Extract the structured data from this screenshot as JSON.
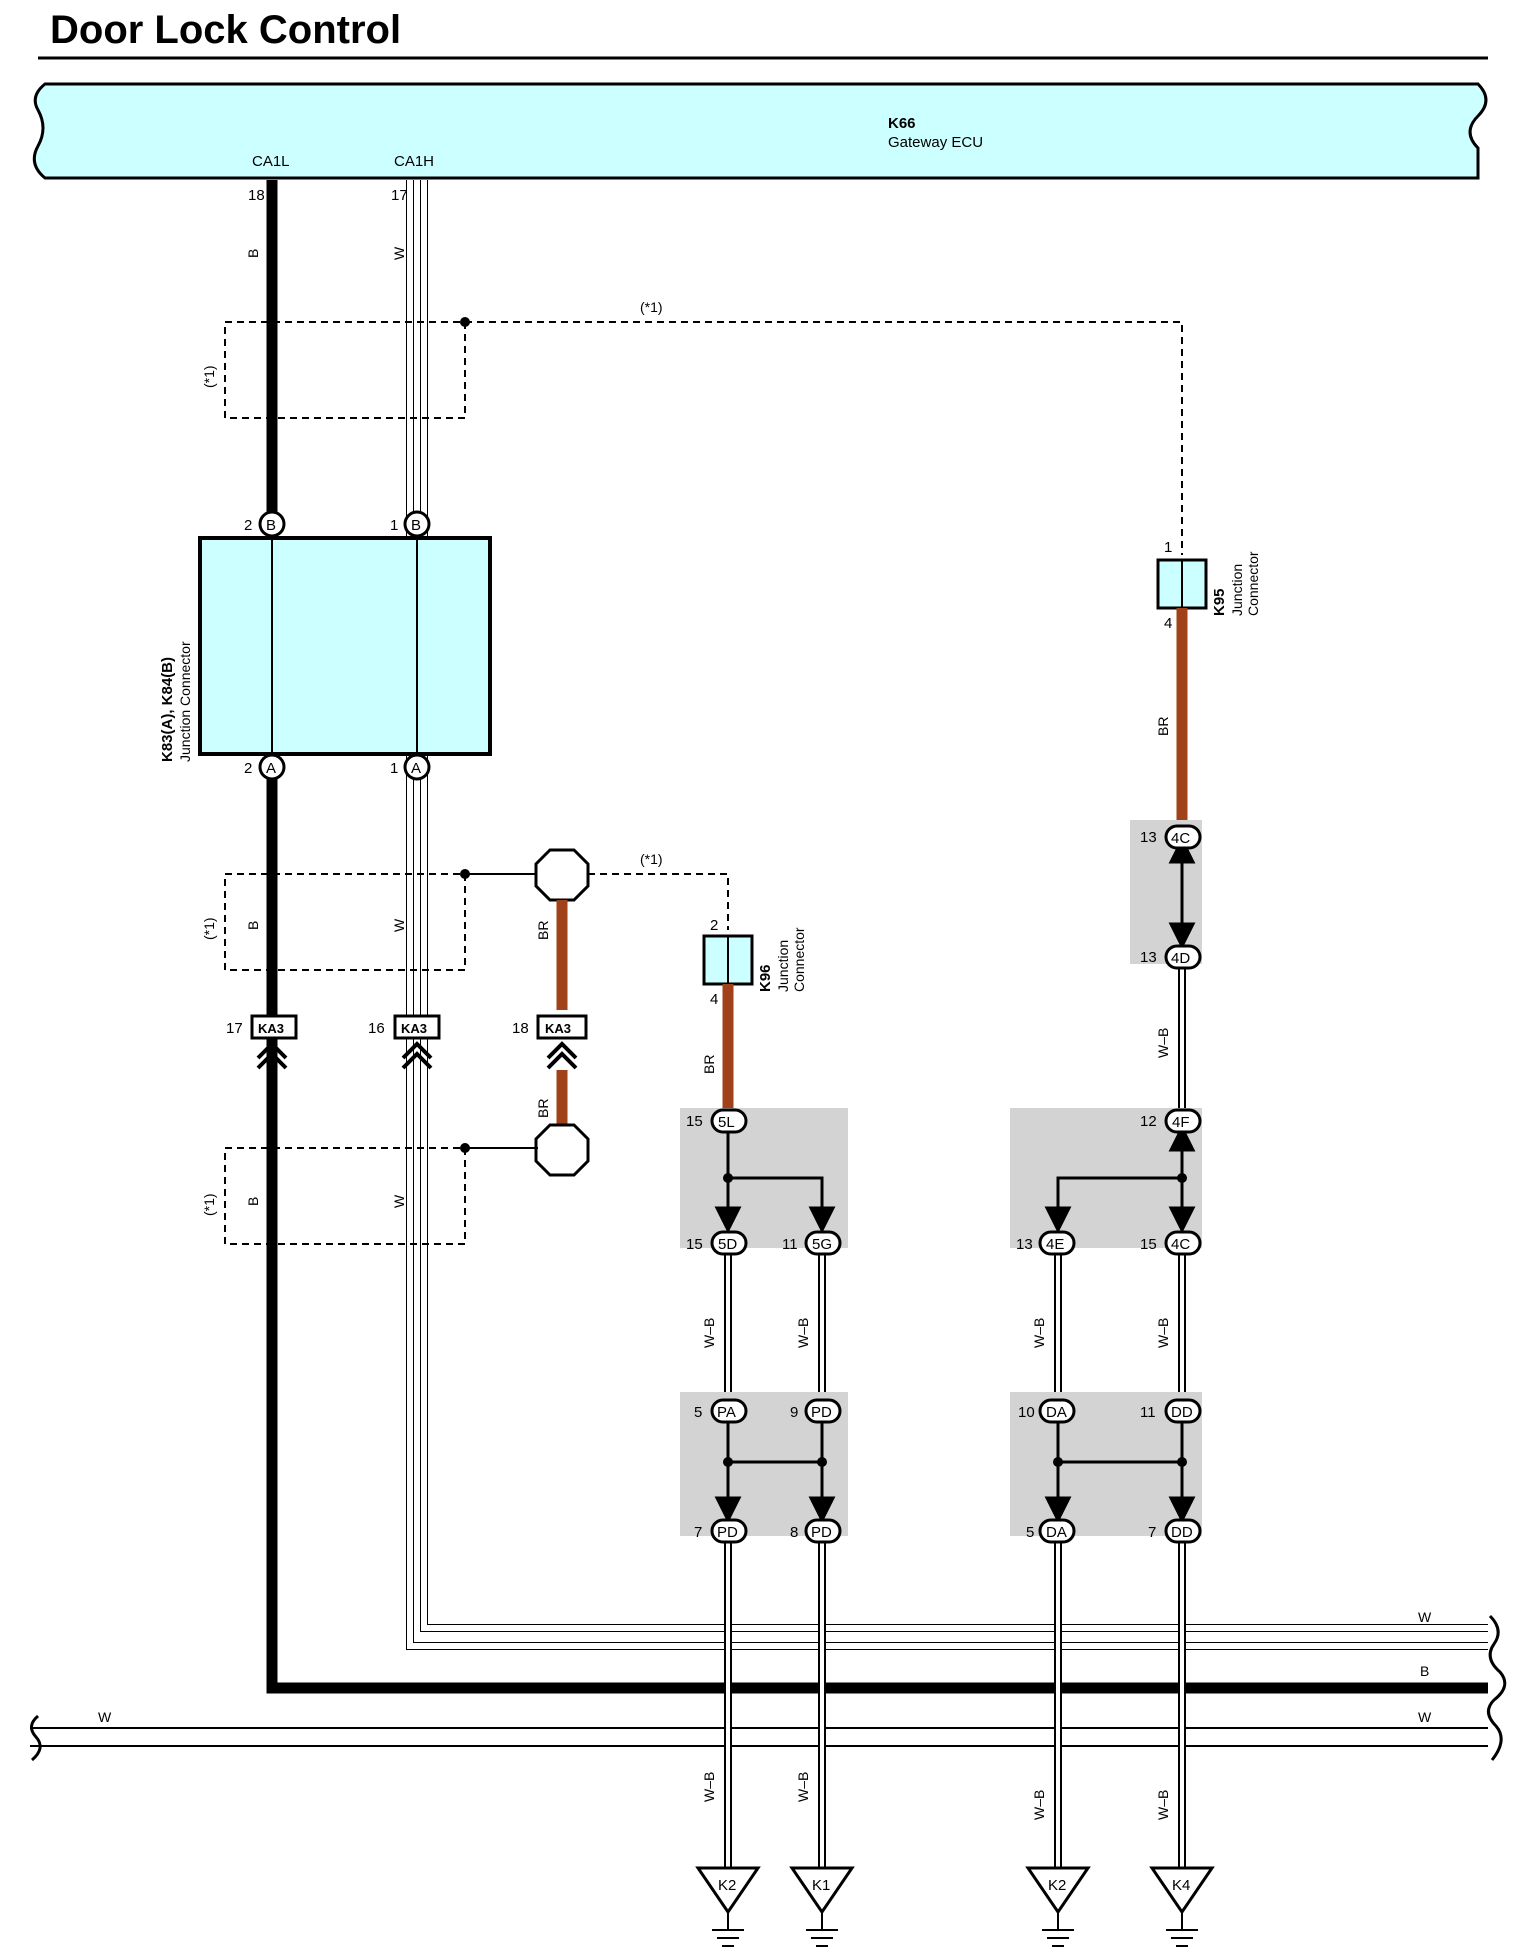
{
  "title": "Door Lock Control",
  "colors": {
    "ecu_fill": "#ccffff",
    "br_wire": "#a0411a",
    "jb_fill": "#d3d3d3",
    "stroke": "#000000"
  },
  "ecu": {
    "id": "K66",
    "name": "Gateway ECU",
    "pin_ca1l": "CA1L",
    "pin_ca1h": "CA1H",
    "pin_18": "18",
    "pin_17": "17"
  },
  "wire_colors": {
    "b": "B",
    "w": "W",
    "br": "BR",
    "wb": "W–B"
  },
  "option_note": "(*1)",
  "jc_k83": {
    "label": "K83(A), K84(B)",
    "sub": "Junction Connector",
    "pin_2b": "2",
    "pin_1b": "1",
    "pin_2a": "2",
    "pin_1a": "1",
    "b": "B",
    "a": "A"
  },
  "k95": {
    "id": "K95",
    "sub1": "Junction",
    "sub2": "Connector",
    "pin_1": "1",
    "pin_4": "4"
  },
  "k96": {
    "id": "K96",
    "sub1": "Junction",
    "sub2": "Connector",
    "pin_2": "2",
    "pin_4": "4"
  },
  "ka3": {
    "name": "KA3",
    "pins": [
      "17",
      "16",
      "18"
    ]
  },
  "jb_left_top": {
    "p5l_num": "15",
    "p5l": "5L",
    "p5d_num": "15",
    "p5d": "5D",
    "p5g_num": "11",
    "p5g": "5G"
  },
  "jb_left_bot": {
    "pa_num": "5",
    "pa": "PA",
    "pd_num": "9",
    "pd": "PD",
    "pd2_num": "7",
    "pd2": "PD",
    "pd3_num": "8",
    "pd3": "PD"
  },
  "jb_right_mid": {
    "p4c_num": "13",
    "p4c": "4C",
    "p4d_num": "13",
    "p4d": "4D"
  },
  "jb_right_top": {
    "p4f_num": "12",
    "p4f": "4F",
    "p4e_num": "13",
    "p4e": "4E",
    "p4c2_num": "15",
    "p4c2": "4C"
  },
  "jb_right_bot": {
    "da_num": "10",
    "da": "DA",
    "dd_num": "11",
    "dd": "DD",
    "da2_num": "5",
    "da2": "DA",
    "dd2_num": "7",
    "dd2": "DD"
  },
  "grounds": [
    "K2",
    "K1",
    "K2",
    "K4"
  ]
}
